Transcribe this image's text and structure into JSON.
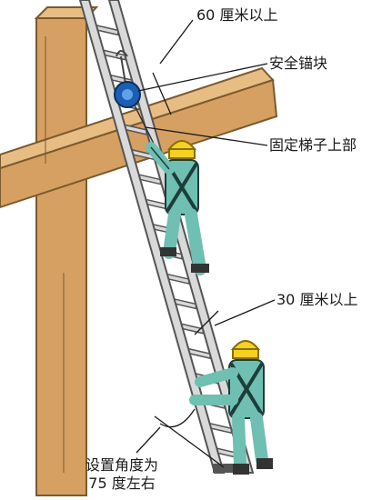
{
  "annotations": {
    "top_clearance": "60 厘米以上",
    "anchor_block": "安全锚块",
    "secure_top": "固定梯子上部",
    "climber_spacing": "30 厘米以上",
    "angle_line1": "设置角度为",
    "angle_line2": "75 度左右"
  },
  "colors": {
    "wood": "#d6a062",
    "wood_dark": "#7a5a2e",
    "ladder": "#d9d9d9",
    "ladder_edge": "#555555",
    "helmet": "#f5d21f",
    "suit": "#6fbfb2",
    "harness": "#1e3d3a",
    "anchor": "#1b5fb5"
  }
}
